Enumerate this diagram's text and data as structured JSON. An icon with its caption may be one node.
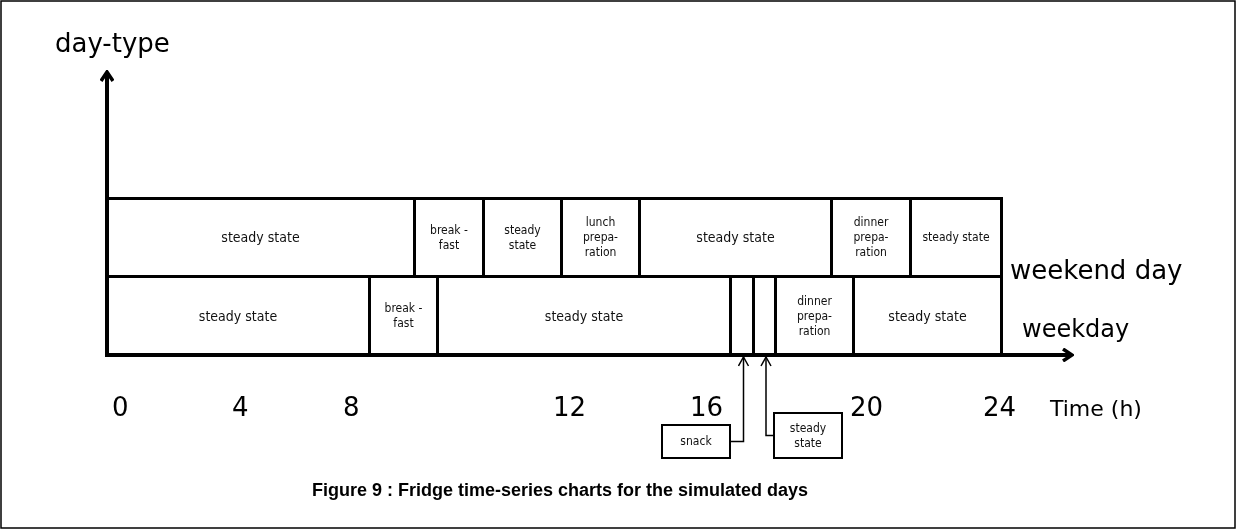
{
  "diagram": {
    "caption": "Figure 9 : Fridge time-series charts for the simulated days",
    "nodes": [
      {
        "text": [
          "steady state"
        ]
      },
      {
        "text": [
          "break -fast"
        ]
      },
      {
        "text": [
          "steady state"
        ]
      },
      {
        "text": [
          "lunch prepa- ration"
        ]
      },
      {
        "text": [
          "steady state"
        ]
      },
      {
        "text": [
          "dinner prepa- ration"
        ]
      },
      {
        "text": [
          "steady state"
        ]
      },
      {
        "text": [
          "steady state"
        ]
      },
      {
        "text": [
          "break -fast"
        ]
      },
      {
        "text": [
          "steady state"
        ]
      },
      {
        "text": [],
        "shape": "box"
      },
      {
        "text": [],
        "shape": "box"
      },
      {
        "text": [
          "dinner prepa- ration"
        ]
      },
      {
        "text": [
          "steady state"
        ]
      },
      {
        "text": [
          "snack"
        ]
      },
      {
        "text": [
          "steady state"
        ]
      }
    ],
    "edges": [
      {
        "from": 14,
        "to": 10,
        "arrow": "to"
      },
      {
        "from": 15,
        "to": 11,
        "arrow": "to"
      }
    ],
    "labels": [
      "day-type",
      "weekend day",
      "weekday",
      "0",
      "4",
      "8",
      "12",
      "16",
      "20",
      "24",
      "Time (h)"
    ]
  }
}
